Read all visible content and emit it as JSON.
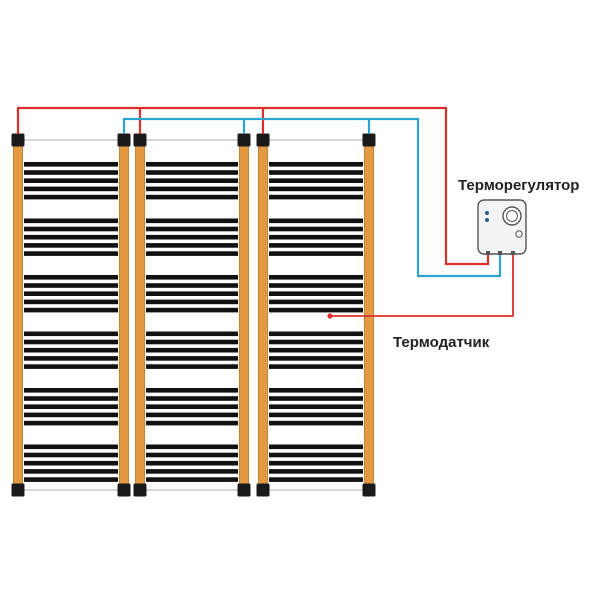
{
  "labels": {
    "thermostat": "Терморегулятор",
    "sensor": "Термодатчик"
  },
  "colors": {
    "background": "#ffffff",
    "busbar": "#e39a43",
    "busbar_edge": "#b8731f",
    "heating_strip": "#111111",
    "clamp": "#1a1a1a",
    "wire_red": "#d9302c",
    "wire_blue": "#2fa3cf",
    "frame": "#bdbdbd",
    "thermostat_body": "#f4f4f4",
    "thermostat_outline": "#555555",
    "indicator": "#2b5f8a",
    "text": "#222222"
  },
  "diagram": {
    "film_panels": 3,
    "strip_groups_per_panel": 6,
    "strips_per_group": 5,
    "thermostat_indicators": 2
  }
}
